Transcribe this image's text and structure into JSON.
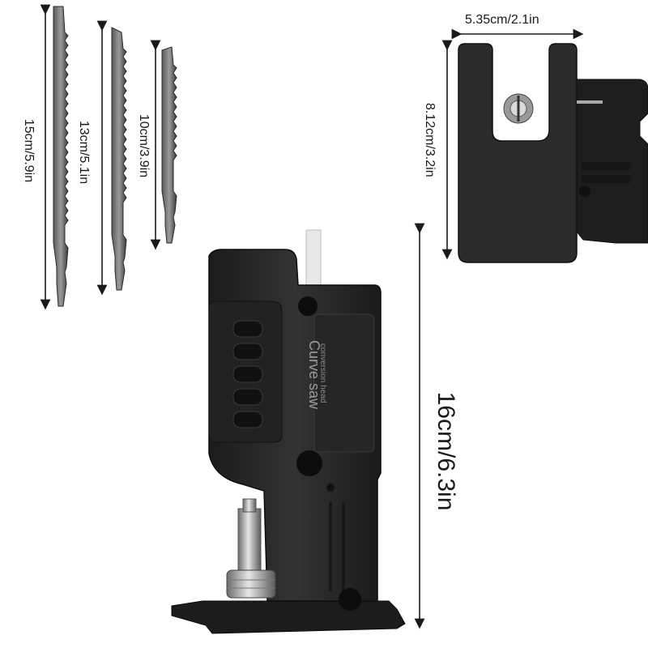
{
  "blades": {
    "long_label": "15cm/5.9in",
    "mid_label": "13cm/5.1in",
    "short_label": "10cm/3.9in"
  },
  "attachment": {
    "width_label": "5.35cm/2.1in",
    "height_label": "8.12cm/3.2in"
  },
  "product": {
    "length_label": "16cm/6.3in",
    "head_title": "Curve saw",
    "head_subtitle": "conversion head"
  },
  "colors": {
    "body": "#2a2a2a",
    "body_dark": "#161616",
    "metal": "#8c8c8c"
  }
}
